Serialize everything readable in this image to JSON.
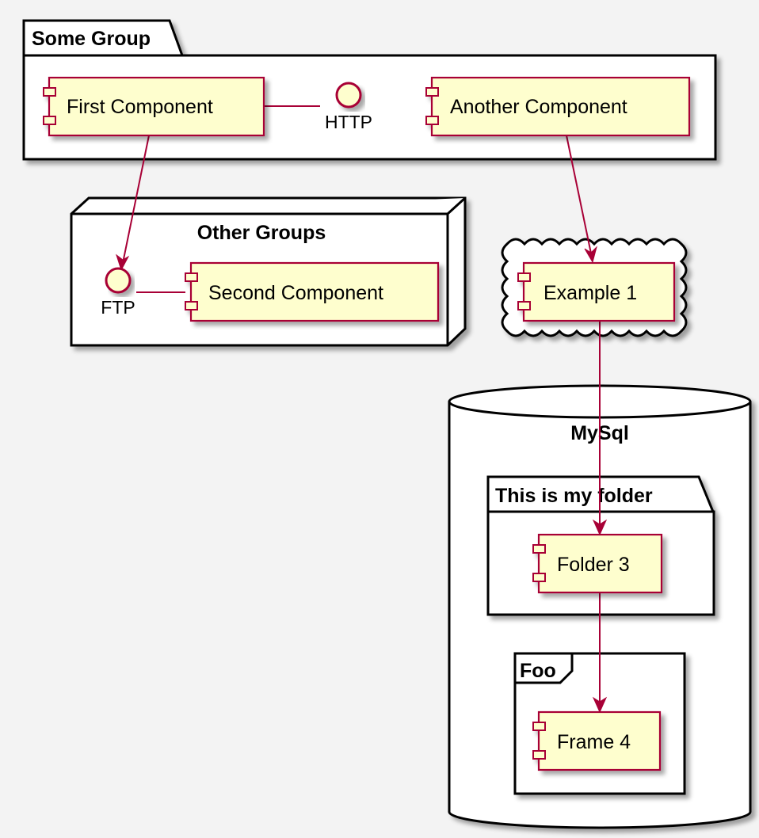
{
  "diagram": {
    "groups": {
      "some_group": "Some Group",
      "other_groups": "Other Groups",
      "mysql": "MySql",
      "folder": "This is my folder",
      "frame": "Foo"
    },
    "components": {
      "first": "First Component",
      "another": "Another Component",
      "second": "Second Component",
      "example1": "Example 1",
      "folder3": "Folder 3",
      "frame4": "Frame 4"
    },
    "interfaces": {
      "http": "HTTP",
      "ftp": "FTP"
    }
  },
  "colors": {
    "background": "#f3f3f3",
    "component_fill": "#fefece",
    "component_border": "#a80036",
    "arrow": "#a80036",
    "container_fill": "#ffffff",
    "container_border": "#000000"
  }
}
